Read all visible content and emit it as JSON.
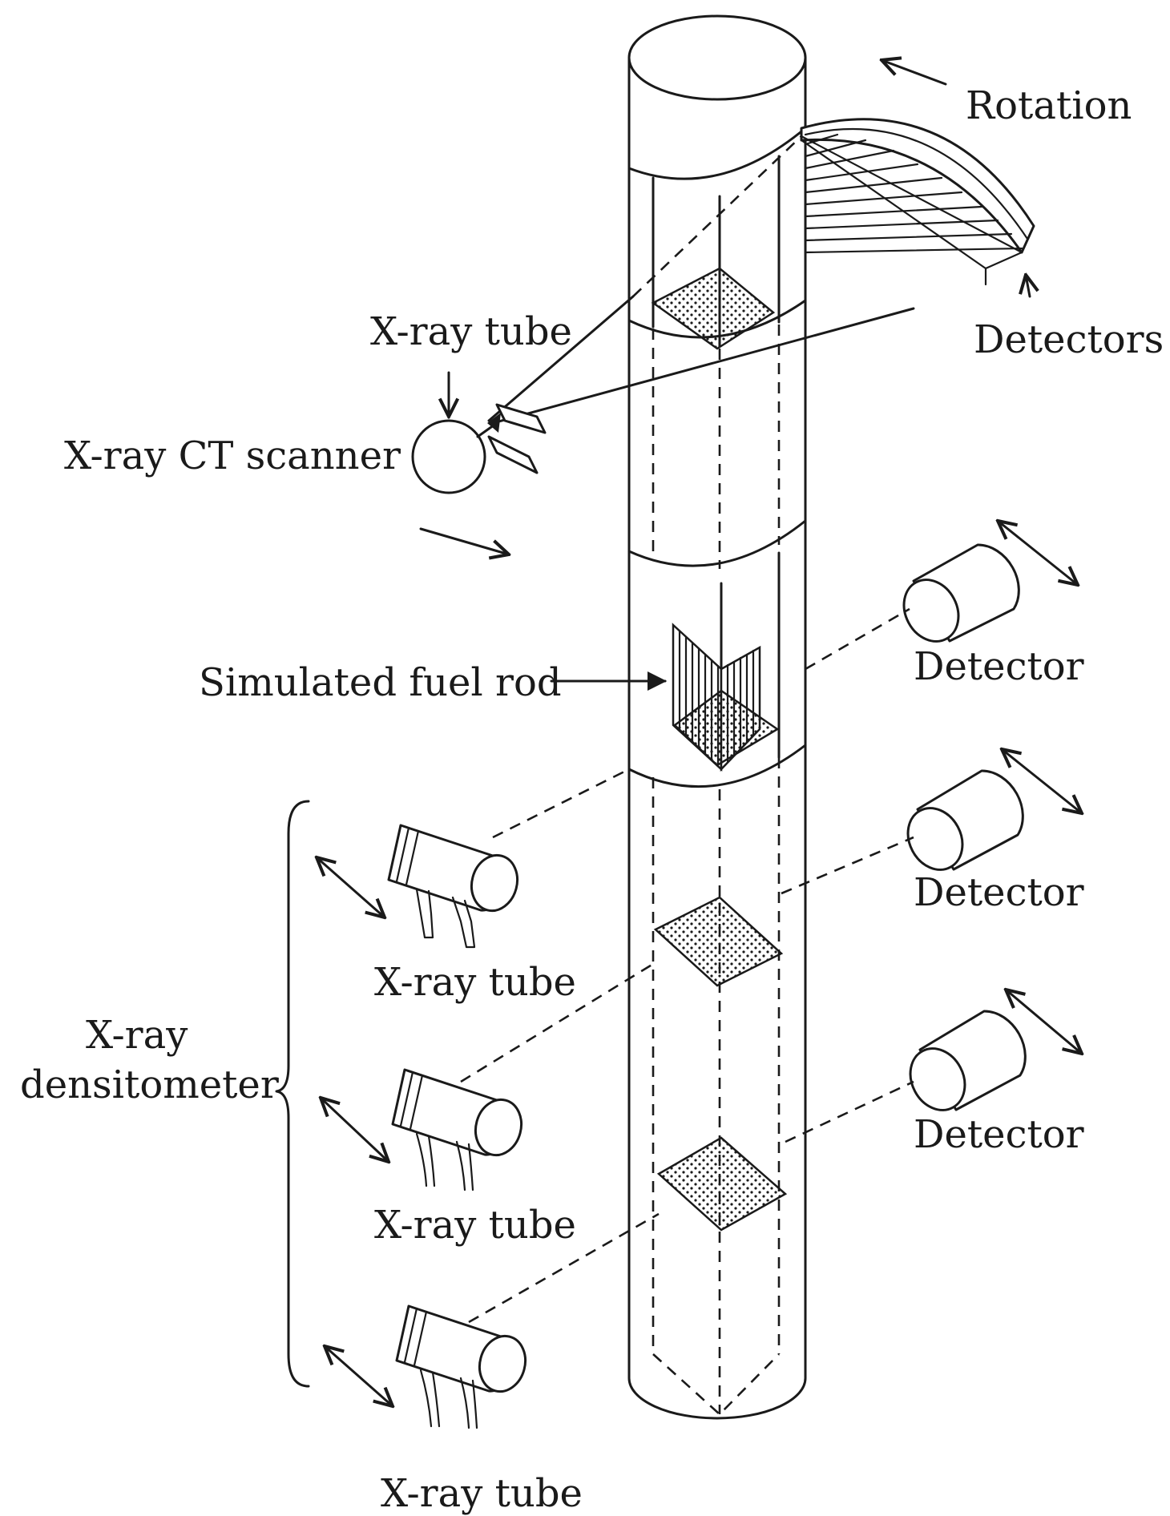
{
  "labels": {
    "rotation": "Rotation",
    "detectors": "Detectors",
    "xray_tube_ct": "X-ray tube",
    "ct_scanner": "X-ray CT scanner",
    "fuel_rod": "Simulated fuel rod",
    "detector_1": "Detector",
    "detector_2": "Detector",
    "detector_3": "Detector",
    "densitometer_line1": "X-ray",
    "densitometer_line2": "densitometer",
    "xray_tube_1": "X-ray tube",
    "xray_tube_2": "X-ray tube",
    "xray_tube_3": "X-ray tube"
  },
  "colors": {
    "stroke": "#1a1a1a",
    "background": "#ffffff"
  }
}
